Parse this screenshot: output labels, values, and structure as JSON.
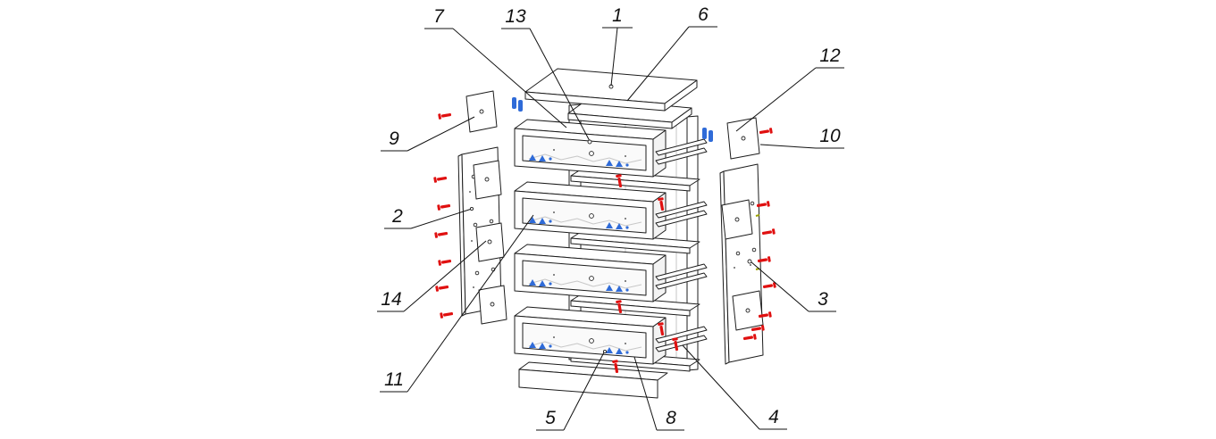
{
  "diagram": {
    "callouts": [
      {
        "number": "1"
      },
      {
        "number": "2"
      },
      {
        "number": "3"
      },
      {
        "number": "4"
      },
      {
        "number": "5"
      },
      {
        "number": "6"
      },
      {
        "number": "7"
      },
      {
        "number": "8"
      },
      {
        "number": "9"
      },
      {
        "number": "10"
      },
      {
        "number": "11"
      },
      {
        "number": "12"
      },
      {
        "number": "13"
      },
      {
        "number": "14"
      }
    ],
    "colors": {
      "line": "#1c1c1c",
      "fastener": "#e01010",
      "hardware": "#2f6bd8",
      "etch_detail": "#c8c8c8",
      "background": "#ffffff"
    }
  }
}
